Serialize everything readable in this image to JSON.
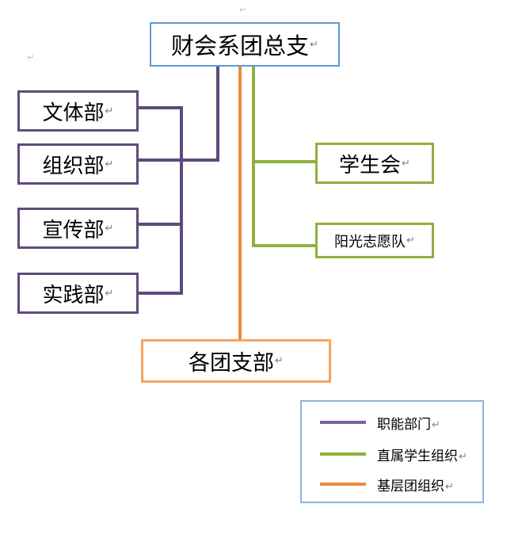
{
  "diagram": {
    "title_node": {
      "label": "财会系团总支",
      "pilcrow": "↵",
      "border_color": "#5b9bd5"
    },
    "function_departments": {
      "legend_key": "职能部门",
      "color": "#5f4b79",
      "nodes": [
        {
          "label": "文体部",
          "pilcrow": "↵"
        },
        {
          "label": "组织部",
          "pilcrow": "↵"
        },
        {
          "label": "宣传部",
          "pilcrow": "↵"
        },
        {
          "label": "实践部",
          "pilcrow": "↵"
        }
      ]
    },
    "student_organizations": {
      "legend_key": "直属学生组织",
      "color": "#8eb03e",
      "nodes": [
        {
          "label": "学生会",
          "pilcrow": "↵"
        },
        {
          "label": "阳光志愿队",
          "pilcrow": "↵"
        }
      ]
    },
    "grassroots_organizations": {
      "legend_key": "基层团组织",
      "color": "#ed8b3c",
      "nodes": [
        {
          "label": "各团支部",
          "pilcrow": "↵"
        }
      ]
    },
    "legend": {
      "border_color": "#8db3e2",
      "items": [
        {
          "label": "职能部门",
          "pilcrow": "↵",
          "color": "#7a619c"
        },
        {
          "label": "直属学生组织",
          "pilcrow": "↵",
          "color": "#8eb03e"
        },
        {
          "label": "基层团组织",
          "pilcrow": "↵",
          "color": "#ed8b3c"
        }
      ]
    },
    "artifacts": {
      "top_mark": "↵",
      "left_mark": "↵"
    }
  }
}
